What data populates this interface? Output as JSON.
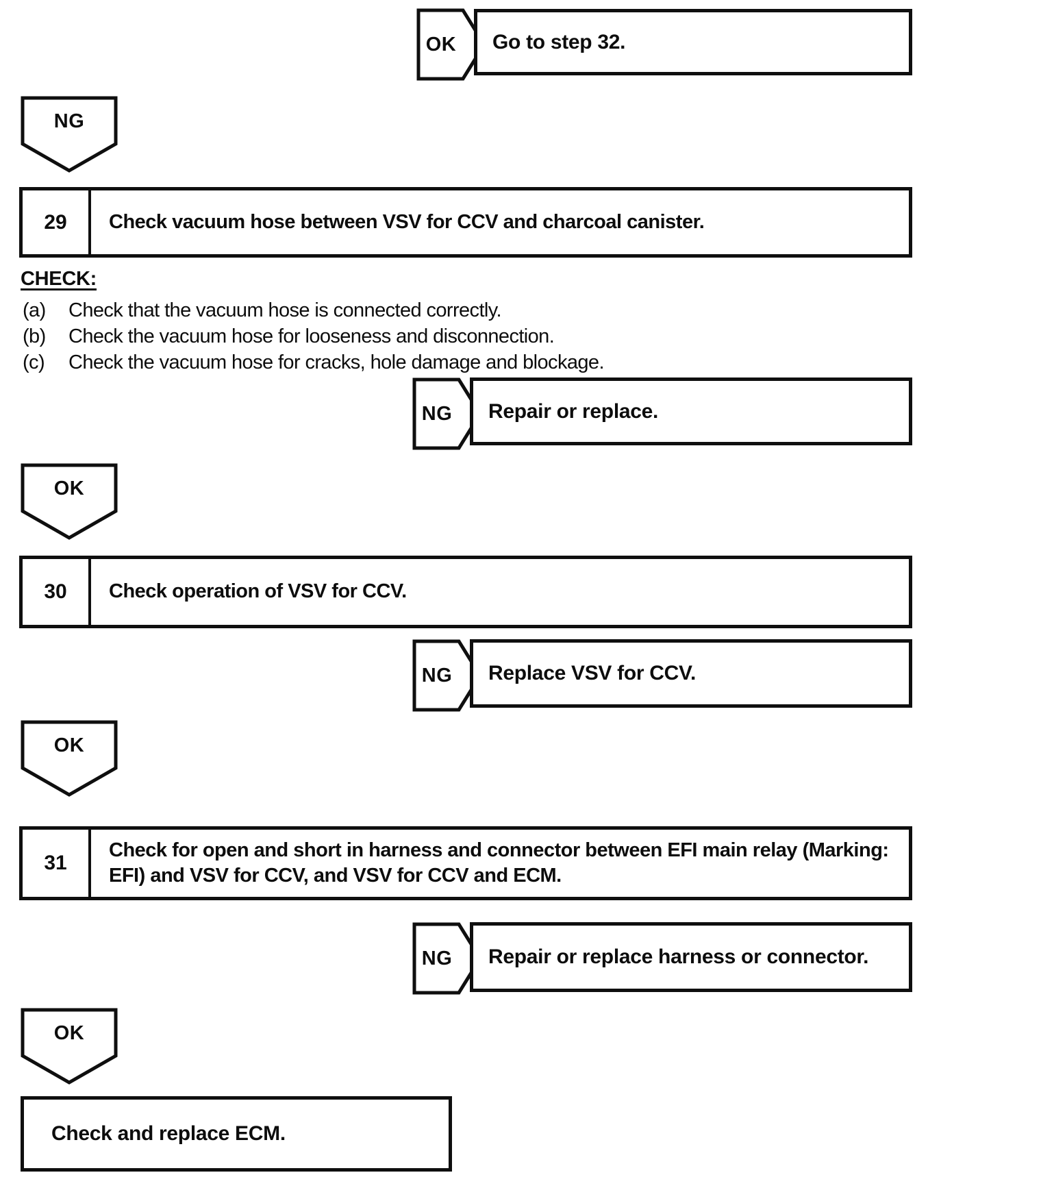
{
  "page": {
    "background": "#ffffff",
    "ink_color": "#0f0f0f"
  },
  "flowchart": {
    "top_branch": {
      "label": "OK",
      "action": "Go to step 32."
    },
    "ng_connector_top": {
      "label": "NG"
    },
    "step_29": {
      "number": "29",
      "title": "Check vacuum hose between VSV for CCV and charcoal canister.",
      "check_heading": "CHECK:",
      "check_items": [
        {
          "index": "(a)",
          "text": "Check that the vacuum hose is connected correctly."
        },
        {
          "index": "(b)",
          "text": "Check the vacuum hose for looseness and disconnection."
        },
        {
          "index": "(c)",
          "text": "Check the vacuum hose for cracks, hole damage and blockage."
        }
      ],
      "ng_branch": {
        "label": "NG",
        "action": "Repair or replace."
      },
      "ok_connector": {
        "label": "OK"
      }
    },
    "step_30": {
      "number": "30",
      "title": "Check operation of VSV for CCV.",
      "ng_branch": {
        "label": "NG",
        "action": "Replace VSV for CCV."
      },
      "ok_connector": {
        "label": "OK"
      }
    },
    "step_31": {
      "number": "31",
      "title": "Check for open and short in harness and connector between EFI main relay (Marking: EFI) and VSV for CCV, and VSV for CCV and ECM.",
      "ng_branch": {
        "label": "NG",
        "action": "Repair or replace harness or connector."
      },
      "ok_connector": {
        "label": "OK"
      }
    },
    "final_action": "Check and replace ECM."
  }
}
